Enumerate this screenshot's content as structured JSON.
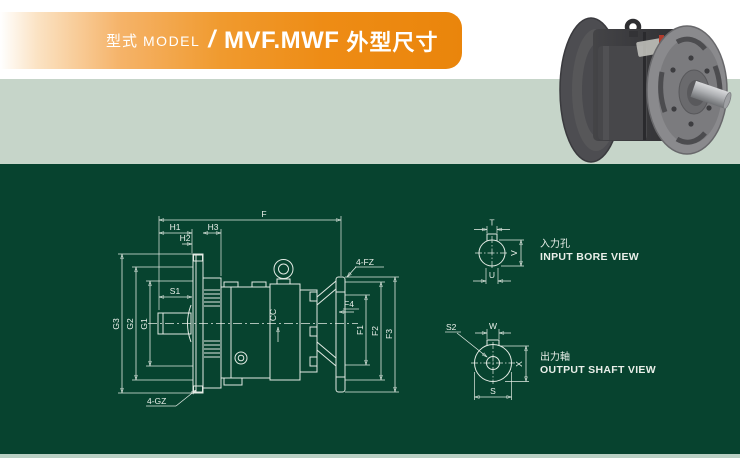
{
  "header": {
    "type_label_cjk": "型式",
    "type_label_en": "MODEL",
    "separator": "/",
    "model_name": "MVF.MWF",
    "title_suffix": "外型尺寸"
  },
  "colors": {
    "banner_orange": "#EE8C15",
    "band_sage": "#C6D5C9",
    "panel_green": "#07432F",
    "drawing_line": "#E2EAE3"
  },
  "drawing": {
    "dims": {
      "f": "F",
      "h1": "H1",
      "h2": "H2",
      "h3": "H3",
      "s1": "S1",
      "g1": "G1",
      "g2": "G2",
      "g3": "G3",
      "cc": "CC",
      "fz": "4-FZ",
      "gz": "4-GZ",
      "f4": "F4",
      "f1": "F1",
      "f2": "F2",
      "f3": "F3"
    }
  },
  "input_bore_view": {
    "title_cjk": "入力孔",
    "title_en": "INPUT BORE VIEW",
    "dims": {
      "t": "T",
      "v": "V",
      "u": "U"
    }
  },
  "output_shaft_view": {
    "title_cjk": "出力軸",
    "title_en": "OUTPUT SHAFT VIEW",
    "dims": {
      "s2": "S2",
      "w": "W",
      "x": "X",
      "s": "S"
    }
  }
}
